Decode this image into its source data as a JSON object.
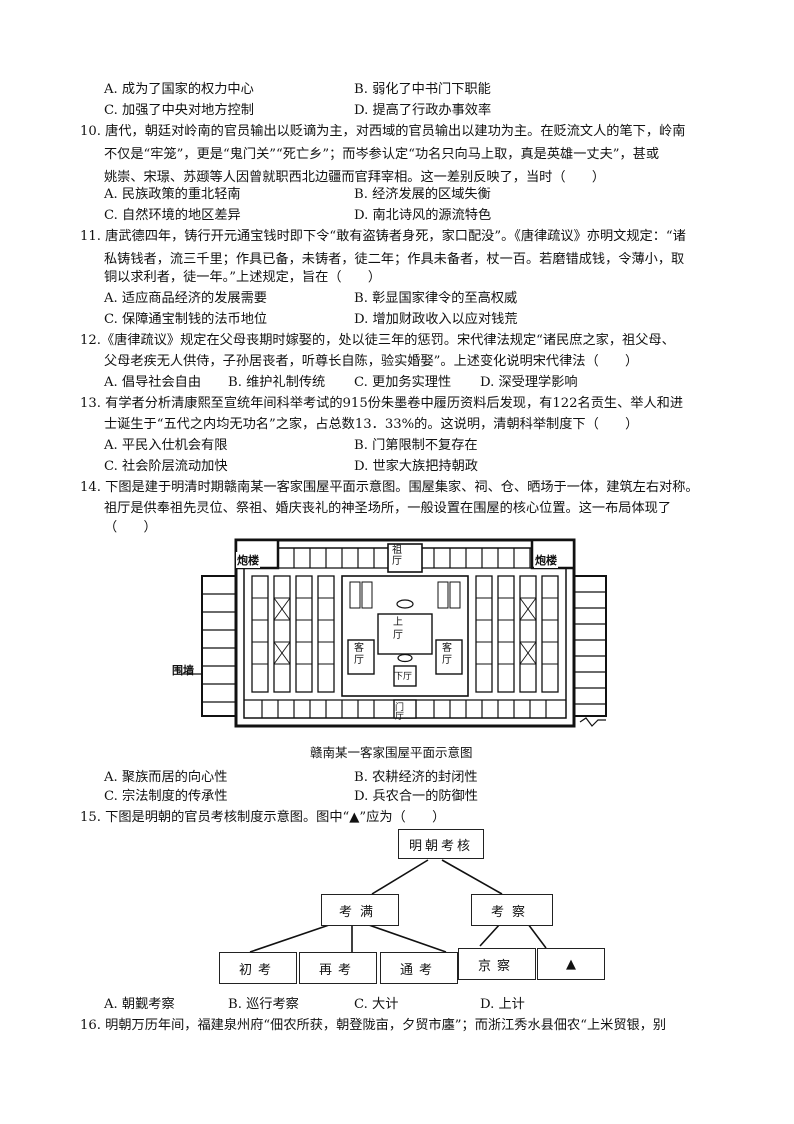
{
  "q9_options": {
    "A": "A. 成为了国家的权力中心",
    "B": "B. 弱化了中书门下职能",
    "C": "C. 加强了中央对地方控制",
    "D": "D. 提高了行政办事效率"
  },
  "q10": {
    "line1": "10. 唐代，朝廷对岭南的官员输出以贬谪为主，对西域的官员输出以建功为主。在贬流文人的笔下，岭南",
    "line2": "不仅是“牢笼”，更是“鬼门关”“死亡乡”；而岑参认定“功名只向马上取，真是英雄一丈夫”，甚或",
    "line3": "姚崇、宋璟、苏颋等人因曾就职西北边疆而官拜宰相。这一差别反映了，当时（　　）",
    "A": "A. 民族政策的重北轻南",
    "B": "B. 经济发展的区域失衡",
    "C": "C. 自然环境的地区差异",
    "D": "D. 南北诗风的源流特色"
  },
  "q11": {
    "line1": "11. 唐武德四年，铸行开元通宝钱时即下令“敢有盗铸者身死，家口配没”。《唐律疏议》亦明文规定：“诸",
    "line2": "私铸钱者，流三千里；作具已备，未铸者，徒二年；作具未备者，杖一百。若磨错成钱，令薄小，取",
    "line3": "铜以求利者，徒一年。”上述规定，旨在（　　）",
    "A": "A. 适应商品经济的发展需要",
    "B": "B. 彰显国家律令的至高权威",
    "C": "C. 保障通宝制钱的法币地位",
    "D": "D. 增加财政收入以应对钱荒"
  },
  "q12": {
    "line1": "12.《唐律疏议》规定在父母丧期时嫁娶的，处以徒三年的惩罚。宋代律法规定“诸民庶之家，祖父母、",
    "line2": "父母老疾无人供侍，子孙居丧者，听尊长自陈，验实婚娶”。上述变化说明宋代律法（　　）",
    "A": "A. 倡导社会自由",
    "B": "B. 维护礼制传统",
    "C": "C. 更加务实理性",
    "D": "D. 深受理学影响"
  },
  "q13": {
    "line1": "13. 有学者分析清康熙至宣统年间科举考试的915份朱墨卷中履历资料后发现，有122名贡生、举人和进",
    "line2": "士诞生于“五代之内均无功名”之家，占总数13．33%的。这说明，清朝科举制度下（　　）",
    "A": "A. 平民入仕机会有限",
    "B": "B. 门第限制不复存在",
    "C": "C. 社会阶层流动加快",
    "D": "D. 世家大族把持朝政"
  },
  "q14": {
    "line1": "14. 下图是建于明清时期赣南某一客家围屋平面示意图。围屋集家、祠、仓、晒场于一体，建筑左右对称。",
    "line2": "祖厅是供奉祖先灵位、祭祖、婚庆丧礼的神圣场所，一般设置在围屋的核心位置。这一布局体现了",
    "line3": "（　　）",
    "figure_labels": {
      "tower_left": "炮楼",
      "tower_right": "炮楼",
      "ancestral_hall": "祖厅",
      "upper_hall": "上厅",
      "guest_hall_left": "客厅",
      "guest_hall_right": "客厅",
      "lower_hall": "下厅",
      "gate_hall": "门厅",
      "wall": "围墙"
    },
    "caption": "赣南某一客家围屋平面示意图",
    "A": "A. 聚族而居的向心性",
    "B": "B. 农耕经济的封闭性",
    "C": "C. 宗法制度的传承性",
    "D": "D. 兵农合一的防御性"
  },
  "q15": {
    "line1": "15. 下图是明朝的官员考核制度示意图。图中“▲”应为（　　）",
    "diagram": {
      "root": "明朝考核",
      "left": "考满",
      "right": "考察",
      "left_children": [
        "初考",
        "再考",
        "通考"
      ],
      "right_children": [
        "京察",
        "▲"
      ]
    },
    "A": "A. 朝觐考察",
    "B": "B. 巡行考察",
    "C": "C. 大计",
    "D": "D. 上计"
  },
  "q16": {
    "line1": "16. 明朝万历年间，福建泉州府“佃农所获，朝登陇亩，夕贸市廛”；而浙江秀水县佃农“上米贸银，别"
  }
}
